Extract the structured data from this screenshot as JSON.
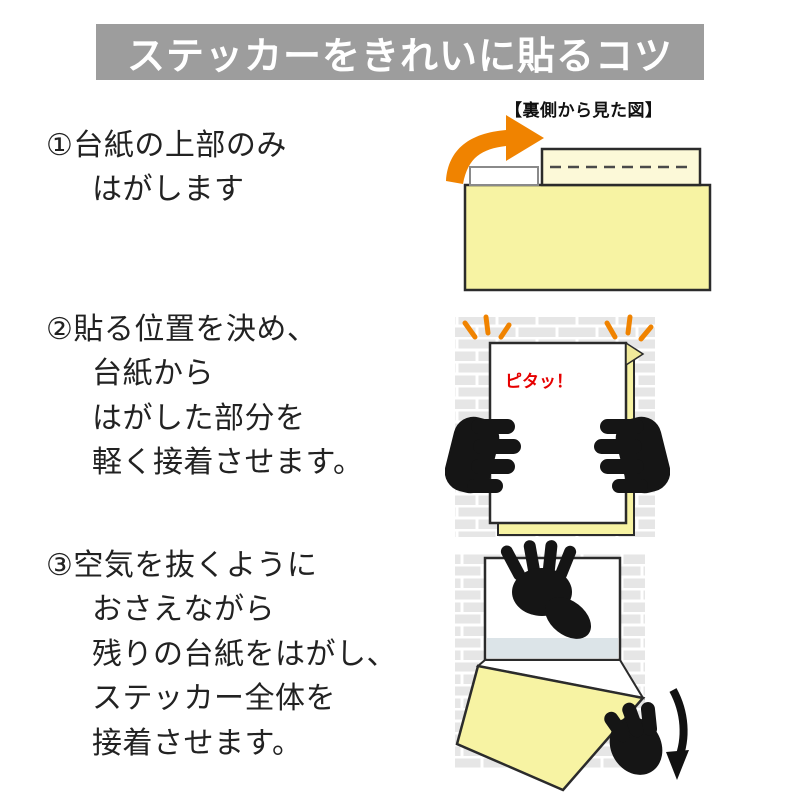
{
  "header": {
    "title": "ステッカーをきれいに貼るコツ"
  },
  "caption": "【裏側から見た図】",
  "steps": [
    {
      "lines": [
        "①台紙の上部のみ",
        "はがします"
      ]
    },
    {
      "lines": [
        "②貼る位置を決め、",
        "台紙から",
        "はがした部分を",
        "軽く接着させます。"
      ]
    },
    {
      "lines": [
        "③空気を抜くように",
        "おさえながら",
        "残りの台紙をはがし、",
        "ステッカー全体を",
        "接着させます。"
      ]
    }
  ],
  "illustrations": [
    {
      "name": "backside-view-peel-top-flap",
      "icon": "orange-peel-arrow-icon"
    },
    {
      "name": "position-and-lightly-press",
      "label": "ピタッ！",
      "icons": [
        "left-hand-icon",
        "right-hand-icon",
        "emphasis-marks-icon"
      ]
    },
    {
      "name": "press-out-air-and-peel-rest",
      "icons": [
        "press-hand-icon",
        "peel-hand-icon",
        "peel-down-arrow-icon"
      ]
    }
  ],
  "colors": {
    "banner_gray": "#9d9d9d",
    "sticker_yellow": "#f7f3a3",
    "flap_cream": "#fcf9d8",
    "accent_orange": "#f08300",
    "alert_red": "#e60000",
    "brick_gray": "#e6e6e6",
    "hand_black": "#151515"
  }
}
